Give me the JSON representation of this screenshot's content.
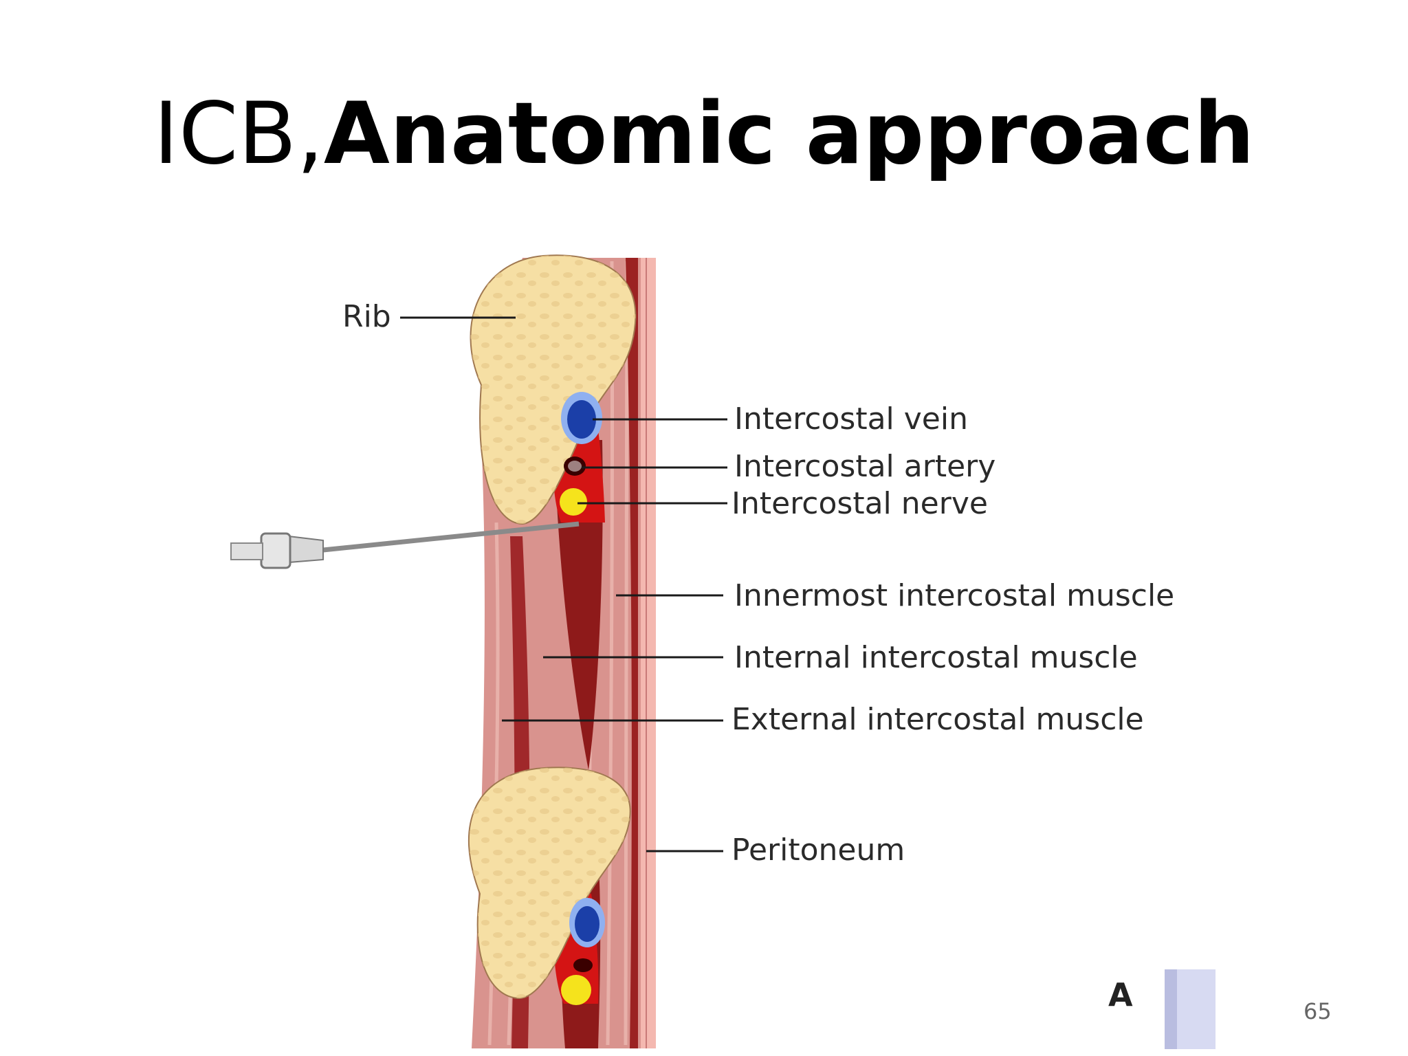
{
  "slide": {
    "title_part1": "ICB,",
    "title_part2": "Anatomic approach",
    "page_number": "65"
  },
  "diagram": {
    "labels": {
      "rib": "Rib",
      "intercostal_vein": "Intercostal vein",
      "intercostal_artery": "Intercostal artery",
      "intercostal_nerve": "Intercostal nerve",
      "innermost_muscle": "Innermost intercostal muscle",
      "internal_muscle": "Internal intercostal muscle",
      "external_muscle": "External intercostal muscle",
      "peritoneum": "Peritoneum"
    },
    "figure_letter": "A",
    "colors": {
      "bone": "#f6dfa4",
      "muscle_light": "#d98f8a",
      "muscle_dark": "#8e1a1a",
      "vein": "#1b3fa8",
      "artery": "#d41414",
      "nerve": "#f5e31c",
      "peritoneum": "#f4b8b0"
    }
  }
}
